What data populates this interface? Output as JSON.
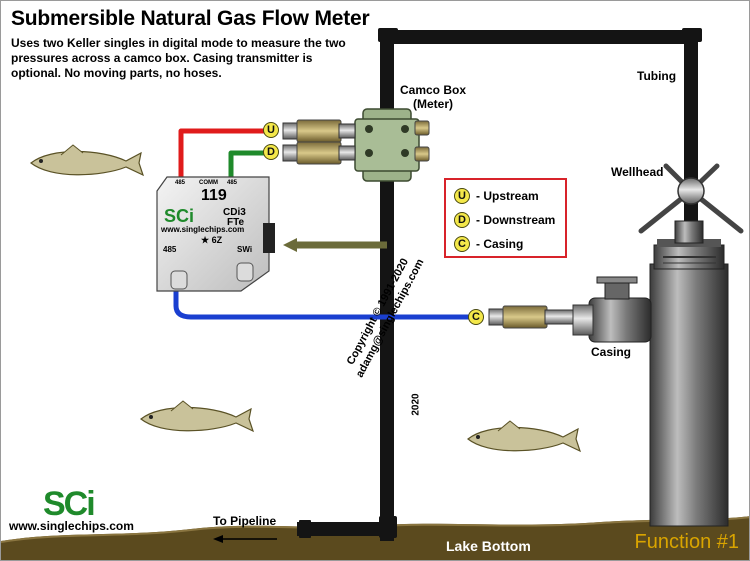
{
  "title": "Submersible Natural Gas Flow Meter",
  "subtitle": "Uses two Keller singles in digital mode to measure the two pressures across a camco box. Casing transmitter is optional. No moving parts, no hoses.",
  "labels": {
    "camco_box_line1": "Camco Box",
    "camco_box_line2": "(Meter)",
    "tubing": "Tubing",
    "wellhead": "Wellhead",
    "casing": "Casing",
    "to_pipeline": "To Pipeline",
    "lake_bottom": "Lake Bottom",
    "function": "Function #1"
  },
  "device": {
    "id": "119",
    "brand": "SCi",
    "model_line1": "CDi3",
    "model_line2": "FTe",
    "url": "www.singlechips.com",
    "code": "★ 6Z",
    "port_485": "485",
    "port_swi": "SWi",
    "top_left": "485",
    "top_mid": "COMM",
    "top_right": "485"
  },
  "badges": {
    "upstream": "U",
    "downstream": "D",
    "casing": "C"
  },
  "legend": [
    {
      "letter": "U",
      "text": "- Upstream"
    },
    {
      "letter": "D",
      "text": "- Downstream"
    },
    {
      "letter": "C",
      "text": "- Casing"
    }
  ],
  "copyright": {
    "line1": "Copyright © 1991-2020",
    "line2": "adamg@singlechips.com",
    "year": "2020"
  },
  "logo": {
    "text": "SCi",
    "url": "www.singlechips.com"
  },
  "colors": {
    "pipe": "#141414",
    "wire_red": "#e01b1b",
    "wire_green": "#1f8a2b",
    "wire_blue": "#1a3fd0",
    "badge_fill": "#f4e84a",
    "legend_border": "#d8232a",
    "camco_box": "#9db28a",
    "lake_bottom": "#5b4a1e",
    "function_text": "#d9a400"
  }
}
